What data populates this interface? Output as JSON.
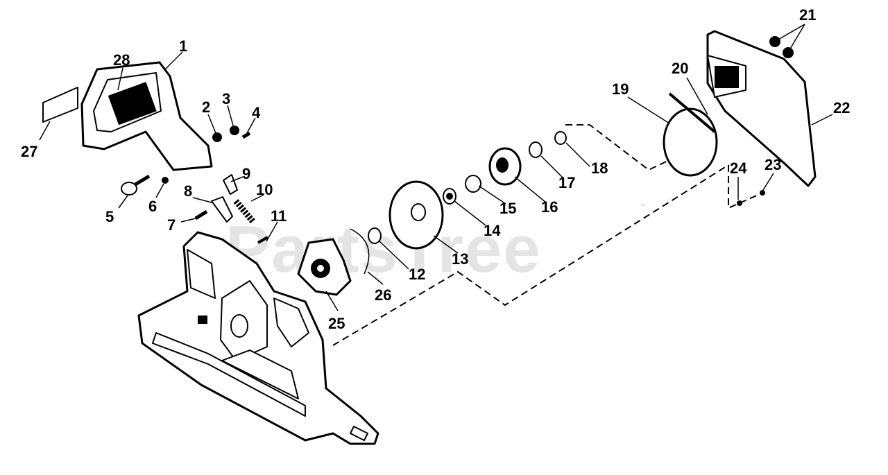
{
  "watermark": {
    "text": "PartsTree",
    "trademark": "™"
  },
  "callouts": [
    "1",
    "2",
    "3",
    "4",
    "5",
    "6",
    "7",
    "8",
    "9",
    "10",
    "11",
    "12",
    "13",
    "14",
    "15",
    "16",
    "17",
    "18",
    "19",
    "20",
    "21",
    "22",
    "23",
    "24",
    "25",
    "26",
    "27",
    "28"
  ]
}
